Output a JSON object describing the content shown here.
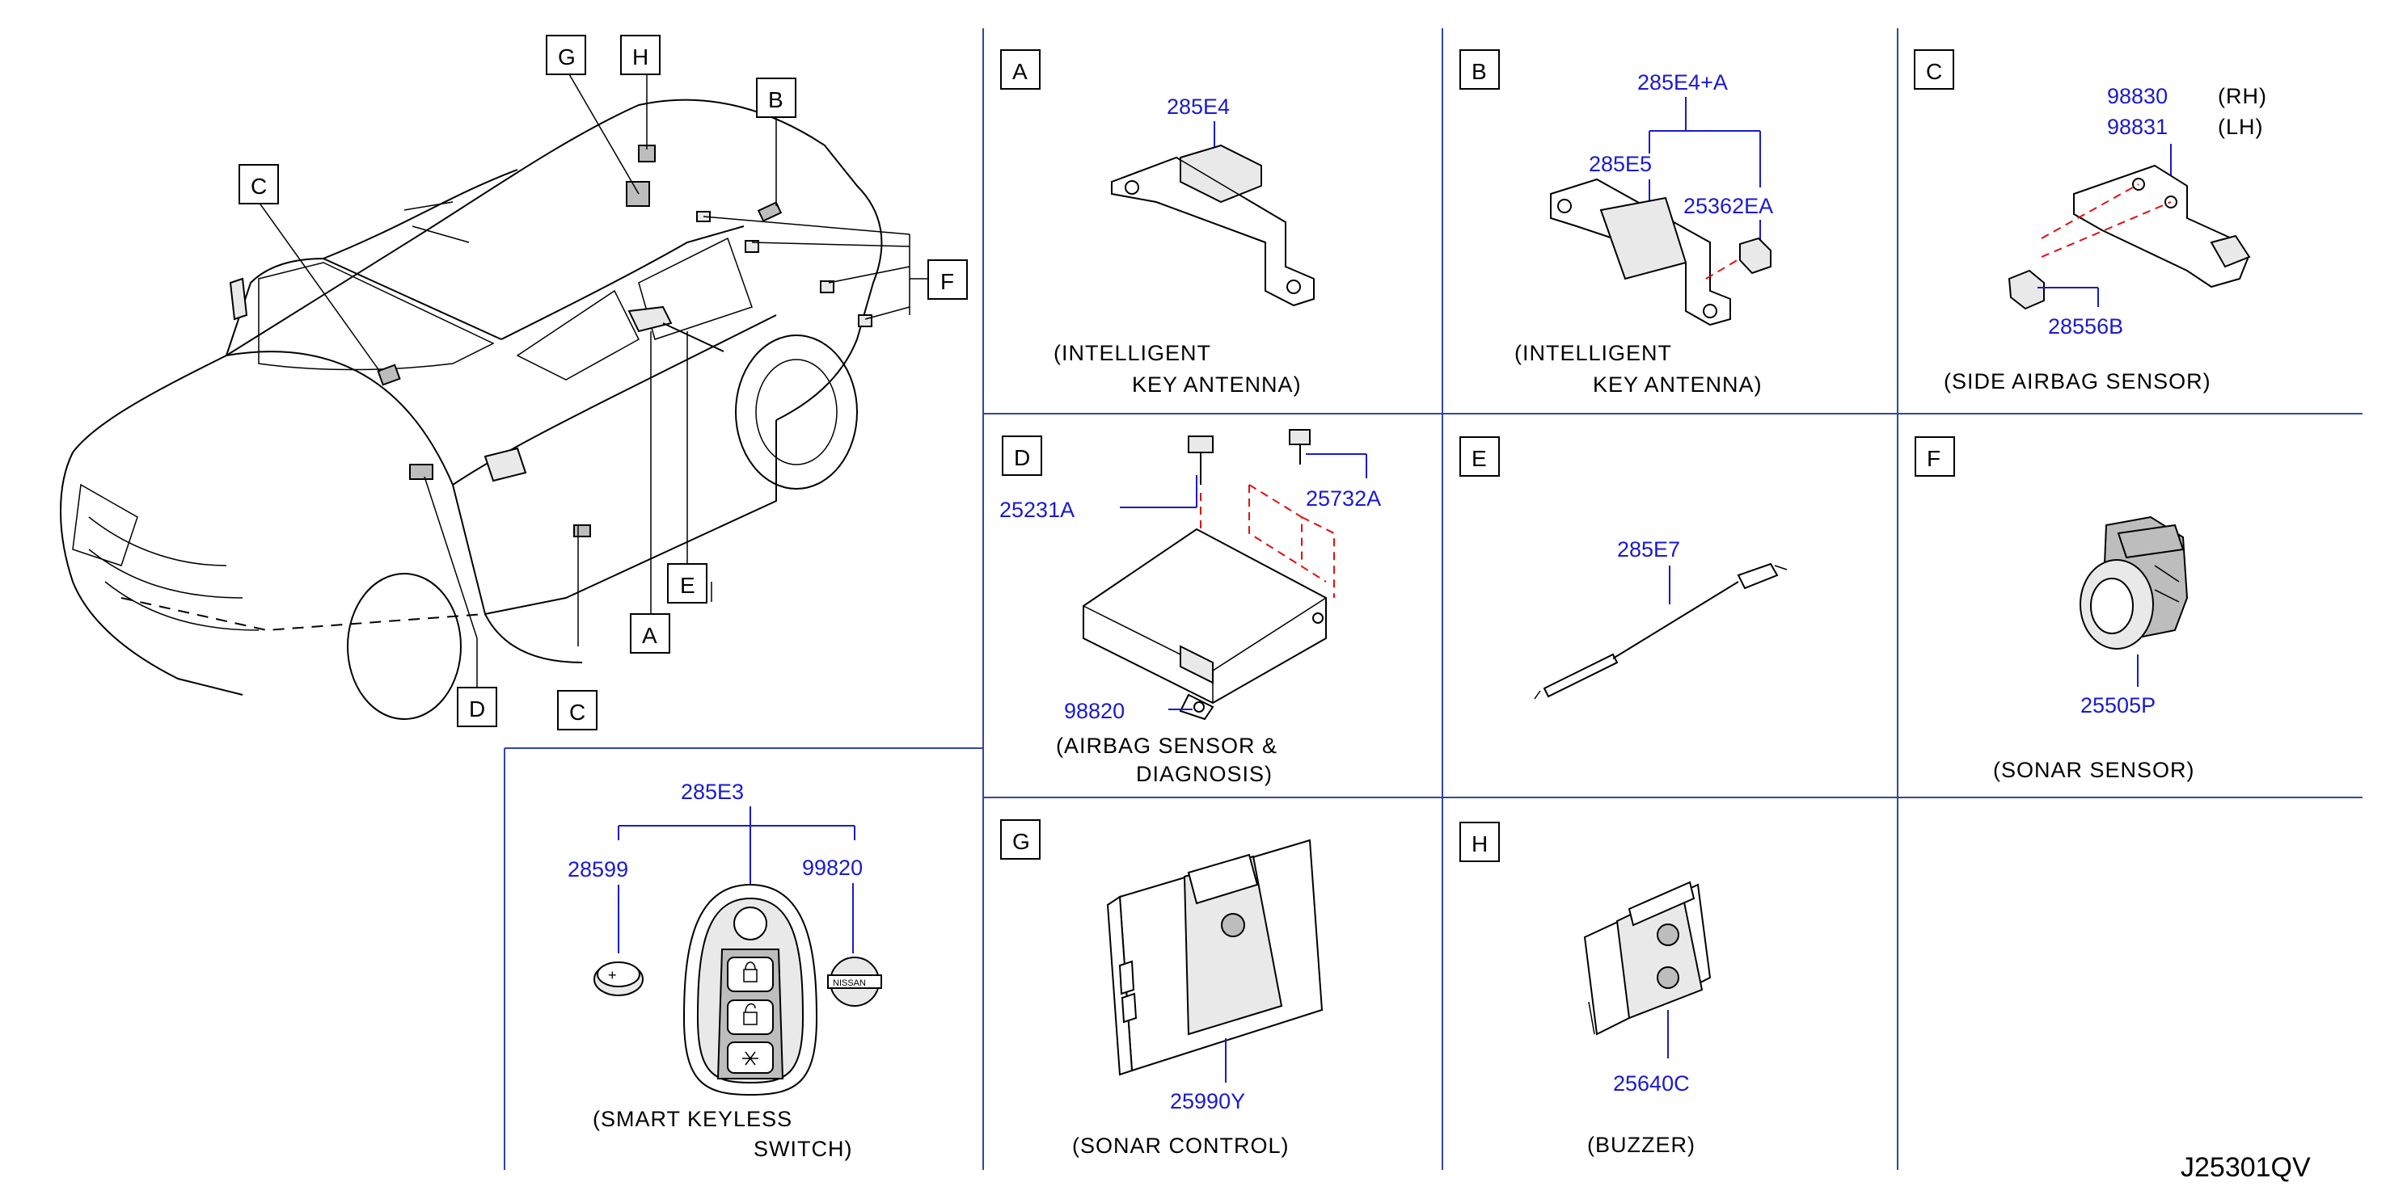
{
  "diagram_code": "J25301QV",
  "overview": {
    "callouts": [
      "G",
      "H",
      "B",
      "C",
      "F",
      "E",
      "A",
      "D",
      "C"
    ]
  },
  "panels": {
    "A": {
      "letter": "A",
      "part_numbers": [
        "285E4"
      ],
      "caption": [
        "(INTELLIGENT",
        "KEY ANTENNA)"
      ]
    },
    "B": {
      "letter": "B",
      "part_numbers": [
        "285E4+A",
        "285E5",
        "25362EA"
      ],
      "caption": [
        "(INTELLIGENT",
        "KEY ANTENNA)"
      ]
    },
    "C": {
      "letter": "C",
      "part_numbers": [
        "98830",
        "98831",
        "28556B"
      ],
      "sides": [
        "(RH)",
        "(LH)"
      ],
      "caption": [
        "(SIDE AIRBAG SENSOR)"
      ]
    },
    "D": {
      "letter": "D",
      "part_numbers": [
        "25231A",
        "25732A",
        "98820"
      ],
      "caption": [
        "(AIRBAG SENSOR &",
        "DIAGNOSIS)"
      ]
    },
    "E": {
      "letter": "E",
      "part_numbers": [
        "285E7"
      ],
      "caption": []
    },
    "F": {
      "letter": "F",
      "part_numbers": [
        "25505P"
      ],
      "caption": [
        "(SONAR SENSOR)"
      ]
    },
    "G": {
      "letter": "G",
      "part_numbers": [
        "25990Y"
      ],
      "caption": [
        "(SONAR CONTROL)"
      ]
    },
    "H": {
      "letter": "H",
      "part_numbers": [
        "25640C"
      ],
      "caption": [
        "(BUZZER)"
      ]
    },
    "KEY": {
      "part_numbers": [
        "285E3",
        "28599",
        "99820"
      ],
      "caption": [
        "(SMART KEYLESS",
        "SWITCH)"
      ]
    }
  },
  "colors": {
    "part_number": "#1a1ad0",
    "grid": "#3344aa",
    "leader_red": "#e01010"
  }
}
